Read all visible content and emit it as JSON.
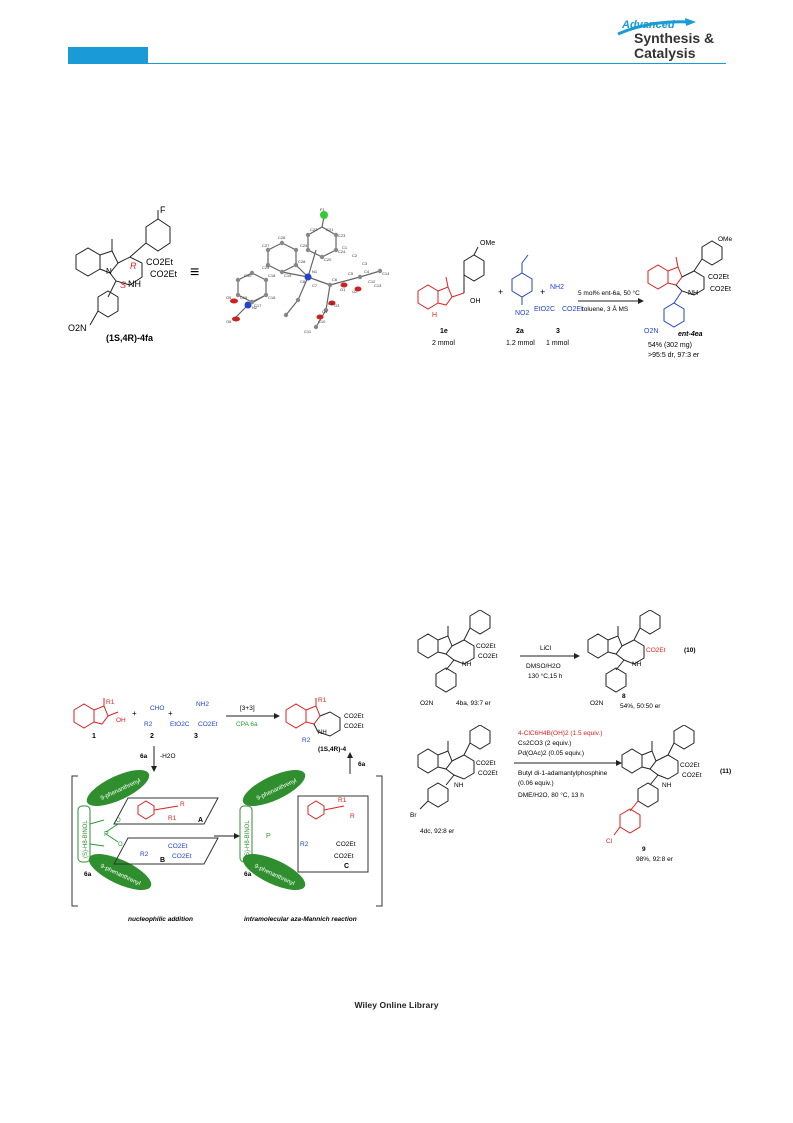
{
  "header": {
    "journal_line1": "Advanced",
    "journal_line2": "Synthesis &",
    "journal_line3": "Catalysis",
    "accent_color": "#1a9ad6"
  },
  "figure_top_left": {
    "compound_label": "(1S,4R)-4fa",
    "substituent_top": "F",
    "no2": "O2N",
    "co2et_a": "CO2Et",
    "co2et_b": "CO2Et",
    "nh": "NH",
    "r_label": "R",
    "s_label": "S",
    "n_label": "N",
    "equiv_symbol": "≡",
    "crystal_atoms": [
      "F1",
      "C22",
      "C21",
      "C23",
      "C24",
      "C20",
      "C25",
      "C26",
      "C27",
      "C28",
      "C19",
      "C29",
      "C30",
      "C18",
      "C16",
      "C17",
      "C15",
      "C8",
      "C7",
      "C6",
      "C5",
      "C4",
      "C3",
      "C2",
      "C1",
      "C9",
      "C10",
      "C11",
      "C12",
      "C13",
      "C14",
      "N1",
      "N2",
      "O1",
      "O2",
      "O3",
      "O4",
      "O5",
      "O6"
    ]
  },
  "scheme_top_right": {
    "compound1": "1e",
    "compound2": "2a",
    "compound3": "3",
    "amount1": "2 mmol",
    "amount2": "1.2 mmol",
    "amount3": "1 mmol",
    "conditions_line1": "5 mol% ent-6a, 50 °C",
    "conditions_line2": "toluene, 3 Å MS",
    "product": "ent-4ea",
    "yield": "54% (302 mg)",
    "selectivity": ">95:5 dr, 97:3 er",
    "ome": "OMe",
    "oh": "OH",
    "nh_indole": "H",
    "no2": "NO2",
    "nh2": "NH2",
    "eto2c": "EtO2C",
    "co2et": "CO2Et",
    "product_co2et1": "CO2Et",
    "product_co2et2": "CO2Et",
    "product_nh": "NH",
    "product_no2": "O2N",
    "product_ome": "OMe",
    "plus": "+"
  },
  "mechanism": {
    "cmpd1": "1",
    "cmpd2": "2",
    "cmpd3": "3",
    "r1": "R1",
    "r2": "R2",
    "cho": "CHO",
    "nh2": "NH2",
    "eto2c": "EtO2C",
    "co2et": "CO2Et",
    "oh": "OH",
    "arrow_top": "[3+3]",
    "catalyst": "CPA 6a",
    "product": "(1S,4R)-4",
    "down_label": "6a",
    "minus_water": "-H2O",
    "binol_label": "(S)-H8-BINOL",
    "phen_label": "9-phenanthrenyl",
    "cat_short": "6a",
    "int_a": "A",
    "int_b": "B",
    "int_c": "C",
    "caption_left": "nucleophilic addition",
    "caption_right": "intramolecular aza-Mannich reaction",
    "up_label": "6a",
    "r_label": "R"
  },
  "scheme_10": {
    "reactant": "4ba, 93:7 er",
    "reagent": "LiCl",
    "conditions1": "DMSO/H2O",
    "conditions2": "130 °C,15 h",
    "product_num": "8",
    "result": "54%, 50:50 er",
    "eq_num": "(10)",
    "co2et_a": "CO2Et",
    "co2et_b": "CO2Et",
    "nh": "NH",
    "no2": "O2N",
    "prod_co2et": "CO2Et",
    "prod_nh": "NH",
    "prod_no2": "O2N"
  },
  "scheme_11": {
    "reactant": "4dc, 92:8 er",
    "reagent1": "4-ClC6H4B(OH)2 (1.5 equiv.)",
    "reagent2": "Cs2CO3 (2 equiv.)",
    "reagent3": "Pd(OAc)2 (0.05 equiv.)",
    "reagent4": "Butyl di-1-adamantylphosphine",
    "reagent5": "(0.06 equiv.)",
    "reagent6": "DME/H2O, 80 °C, 13 h",
    "product_num": "9",
    "result": "98%, 92:8 er",
    "eq_num": "(11)",
    "br": "Br",
    "cl": "Cl",
    "co2et_a": "CO2Et",
    "co2et_b": "CO2Et",
    "nh": "NH",
    "prod_co2et_a": "CO2Et",
    "prod_co2et_b": "CO2Et",
    "prod_nh": "NH"
  },
  "footer": {
    "publisher": "Wiley Online Library"
  }
}
